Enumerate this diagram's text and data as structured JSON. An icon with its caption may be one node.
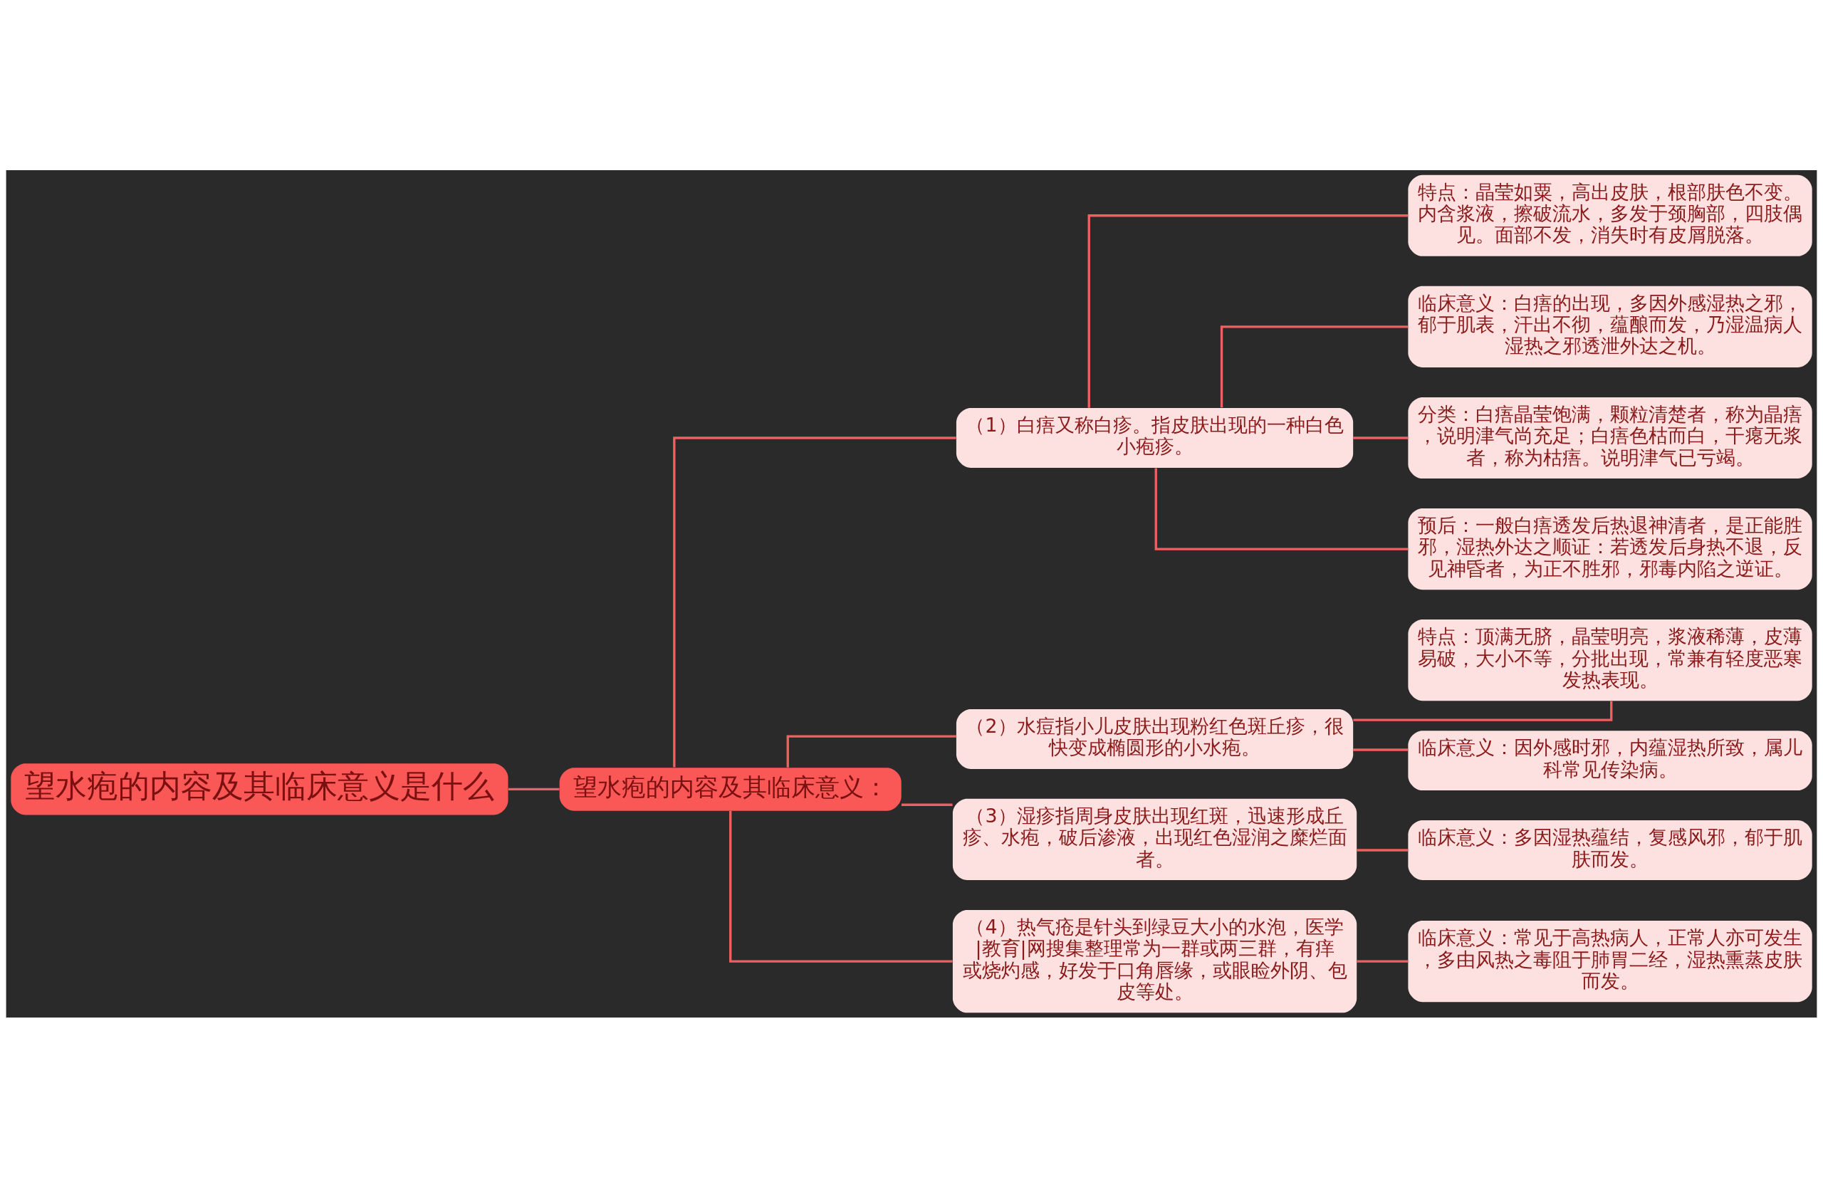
{
  "diagram": {
    "nodes": [
      {
        "text": [
          "望水疱的内容及其临床意义是什么"
        ]
      },
      {
        "text": [
          "望水疱的内容及其临床意义："
        ]
      },
      {
        "text": [
          "（1）白痦又称白疹。指皮肤出现的一种白色小疱疹。"
        ]
      },
      {
        "text": [
          "特点：晶莹如粟，高出皮肤，根部肤色不变。内含浆液，擦破流水，多发于颈胸部，四肢偶见。面部不发，消失时有皮屑脱落。"
        ]
      },
      {
        "text": [
          "临床意义：白痦的出现，多因外感湿热之邪，郁于肌表，汗出不彻，蕴酿而发，乃湿温病人湿热之邪透泄外达之机。"
        ]
      },
      {
        "text": [
          "分类：白痦晶莹饱满，颗粒清楚者，称为晶痦，说明津气尚充足；白痦色枯而白，干瘪无浆者，称为枯痦。说明津气已亏竭。"
        ]
      },
      {
        "text": [
          "预后：一般白痦透发后热退神清者，是正能胜邪，湿热外达之顺证：若透发后身热不退，反见神昏者，为正不胜邪，邪毒内陷之逆证。"
        ]
      },
      {
        "text": [
          "（2）水痘指小儿皮肤出现粉红色斑丘疹，很快变成椭圆形的小水疱。"
        ]
      },
      {
        "text": [
          "特点：顶满无脐，晶莹明亮，浆液稀薄，皮薄易破，大小不等，分批出现，常兼有轻度恶寒发热表现。"
        ]
      },
      {
        "text": [
          "临床意义：因外感时邪，内蕴湿热所致，属儿科常见传染病。"
        ]
      },
      {
        "text": [
          "（3）湿疹指周身皮肤出现红斑，迅速形成丘疹、水疱，破后渗液，出现红色湿润之糜烂面者。"
        ]
      },
      {
        "text": [
          "临床意义：多因湿热蕴结，复感风邪，郁于肌肤而发。"
        ]
      },
      {
        "text": [
          "（4）热气疮是针头到绿豆大小的水泡，医学|教育|网搜集整理常为一群或两三群，有痒或烧灼感，好发于口角唇缘，或眼睑外阴、包皮等处。"
        ]
      },
      {
        "text": [
          "临床意义：常见于高热病人，正常人亦可发生，多由风热之毒阻于肺胃二经，湿热熏蒸皮肤而发。"
        ]
      }
    ],
    "edges": [
      {
        "from": 0,
        "to": 1,
        "arrow": "none"
      },
      {
        "from": 1,
        "to": 2,
        "arrow": "none"
      },
      {
        "from": 2,
        "to": 3,
        "arrow": "none"
      },
      {
        "from": 2,
        "to": 4,
        "arrow": "none"
      },
      {
        "from": 2,
        "to": 5,
        "arrow": "none"
      },
      {
        "from": 2,
        "to": 6,
        "arrow": "none"
      },
      {
        "from": 1,
        "to": 7,
        "arrow": "none"
      },
      {
        "from": 7,
        "to": 8,
        "arrow": "none"
      },
      {
        "from": 7,
        "to": 9,
        "arrow": "none"
      },
      {
        "from": 1,
        "to": 10,
        "arrow": "none"
      },
      {
        "from": 10,
        "to": 11,
        "arrow": "none"
      },
      {
        "from": 1,
        "to": 12,
        "arrow": "none"
      },
      {
        "from": 12,
        "to": 13,
        "arrow": "none"
      }
    ]
  }
}
